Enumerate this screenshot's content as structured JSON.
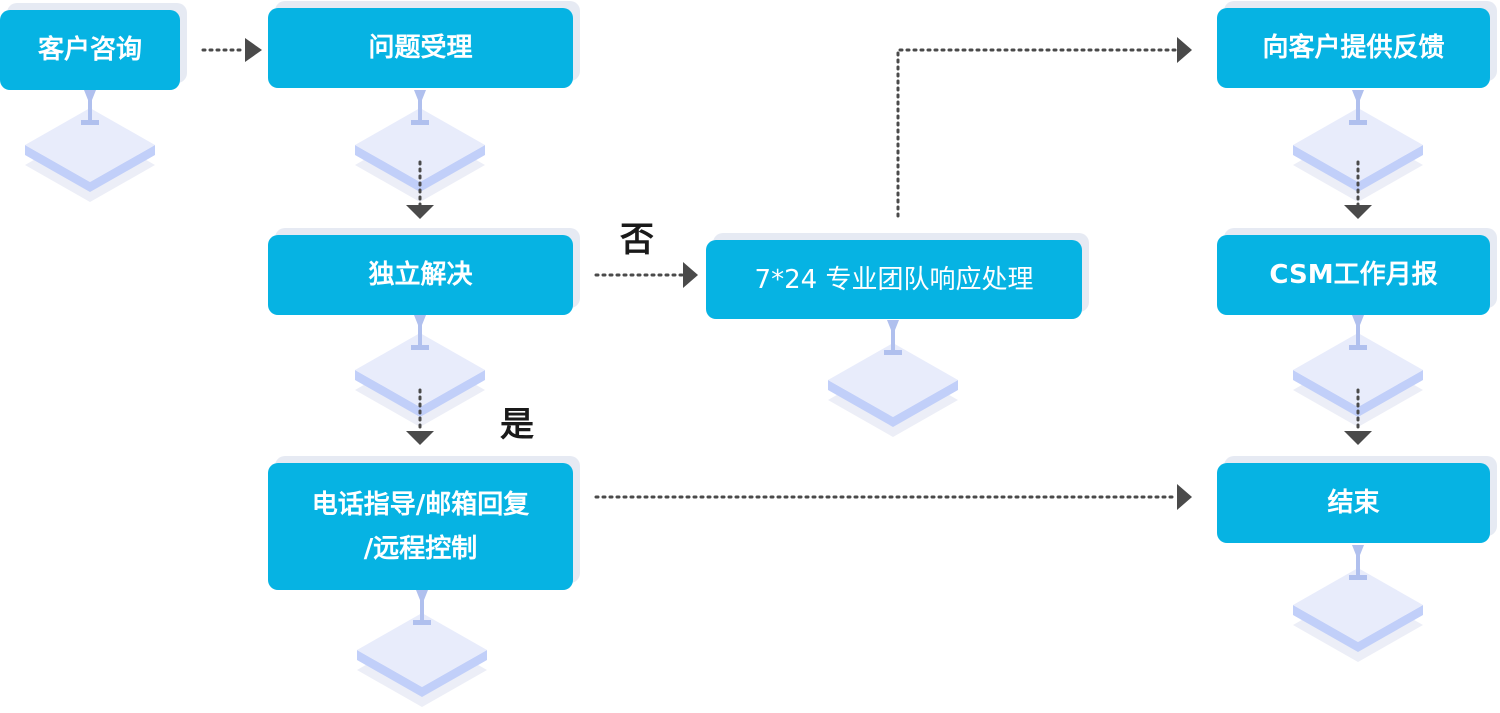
{
  "nodes": {
    "consult": "客户咨询",
    "accept": "问题受理",
    "solve": "独立解决",
    "remote": "电话指导/邮箱回复/远程控制",
    "team": "7*24 专业团队响应处理",
    "feedback": "向客户提供反馈",
    "report": "CSM工作月报",
    "end": "结束"
  },
  "remote_lines": [
    "电话指导/邮箱回复",
    "/远程控制"
  ],
  "labels": {
    "no": "否",
    "yes": "是"
  },
  "colors": {
    "box": "#06b3e3",
    "box_shadow": "#e6eaf3",
    "pedestal_top": "#e8ecfb",
    "pedestal_mid": "#c1cff9",
    "pedestal_under": "#eceef7",
    "stem": "#b0c0ee",
    "arrow": "#4a4a4a"
  }
}
